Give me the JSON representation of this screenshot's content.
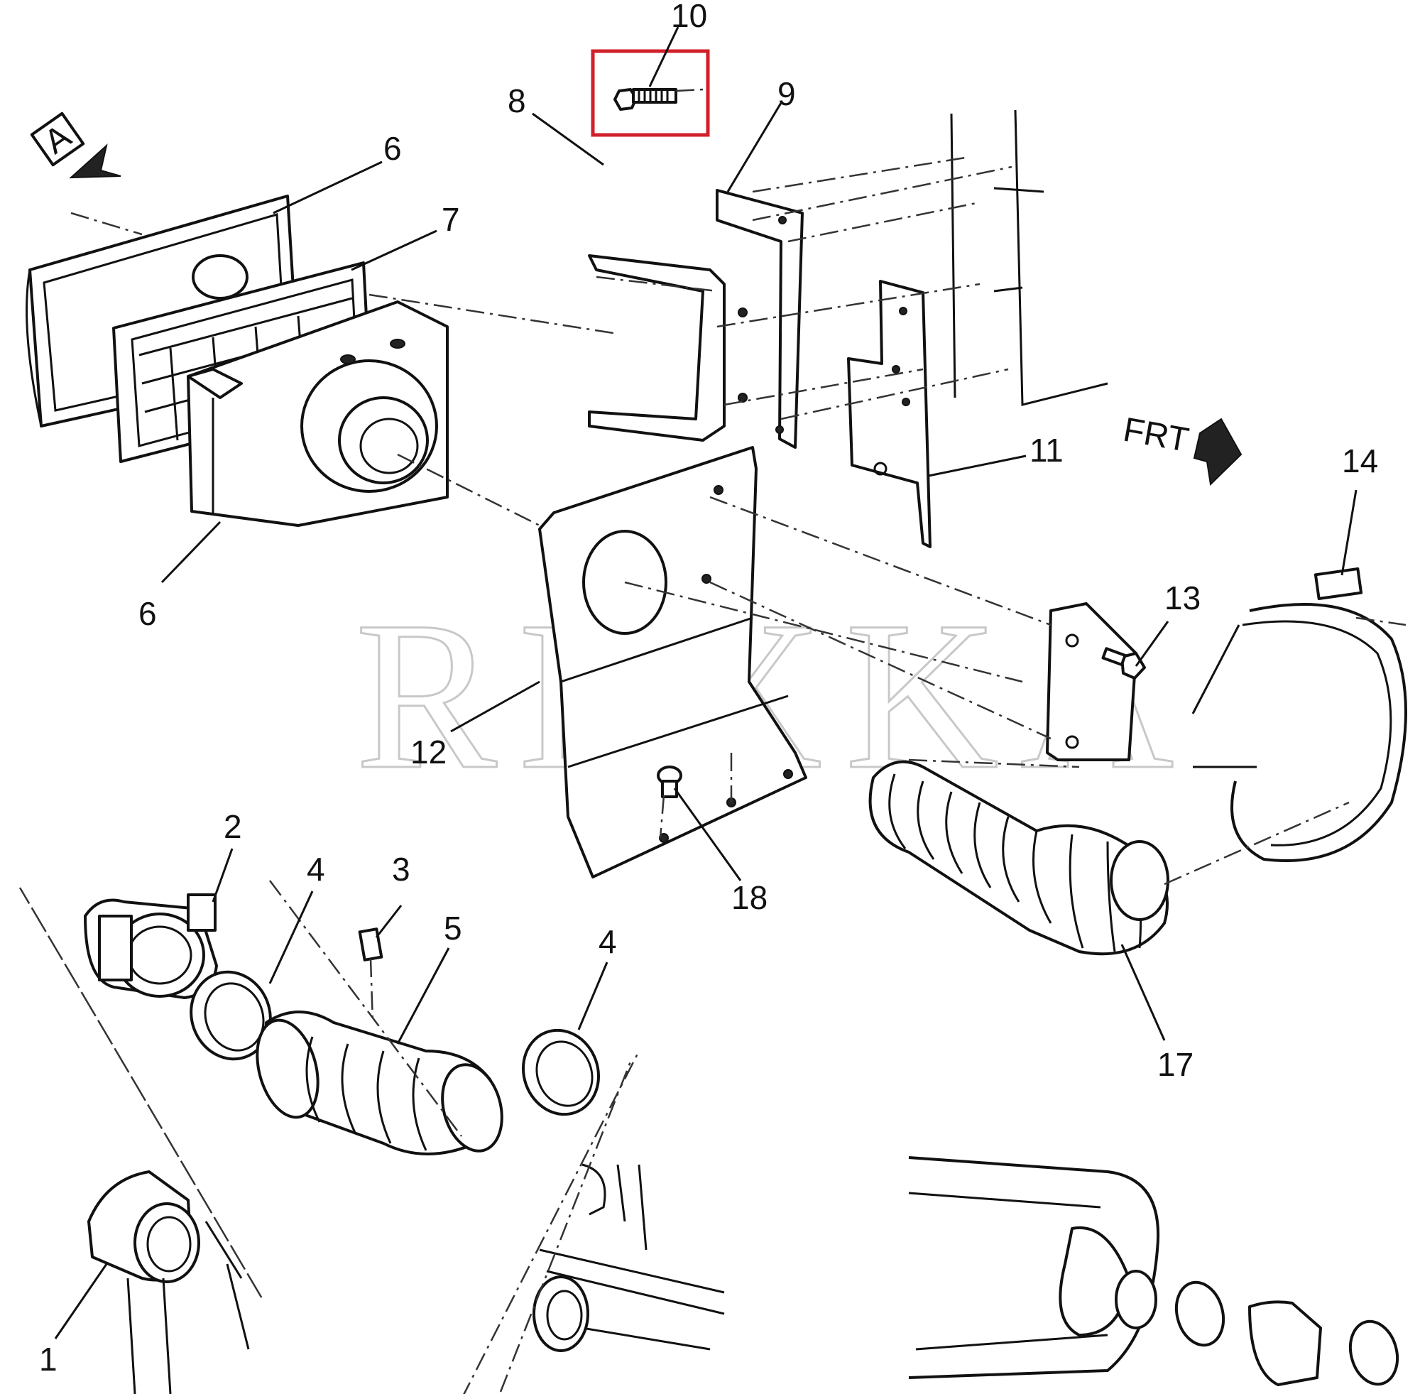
{
  "diagram": {
    "callouts": [
      {
        "id": "c10",
        "label": "10"
      },
      {
        "id": "c8",
        "label": "8"
      },
      {
        "id": "c9",
        "label": "9"
      },
      {
        "id": "c6a",
        "label": "6"
      },
      {
        "id": "c7",
        "label": "7"
      },
      {
        "id": "c6b",
        "label": "6"
      },
      {
        "id": "c11",
        "label": "11"
      },
      {
        "id": "c14",
        "label": "14"
      },
      {
        "id": "c13",
        "label": "13"
      },
      {
        "id": "c12",
        "label": "12"
      },
      {
        "id": "c18",
        "label": "18"
      },
      {
        "id": "c2",
        "label": "2"
      },
      {
        "id": "c4a",
        "label": "4"
      },
      {
        "id": "c3",
        "label": "3"
      },
      {
        "id": "c5",
        "label": "5"
      },
      {
        "id": "c4b",
        "label": "4"
      },
      {
        "id": "c17",
        "label": "17"
      },
      {
        "id": "c1",
        "label": "1"
      }
    ],
    "view_marker": "A",
    "direction_label": "FRT",
    "watermark": "REXKA",
    "highlight_color": "#d0202a"
  }
}
